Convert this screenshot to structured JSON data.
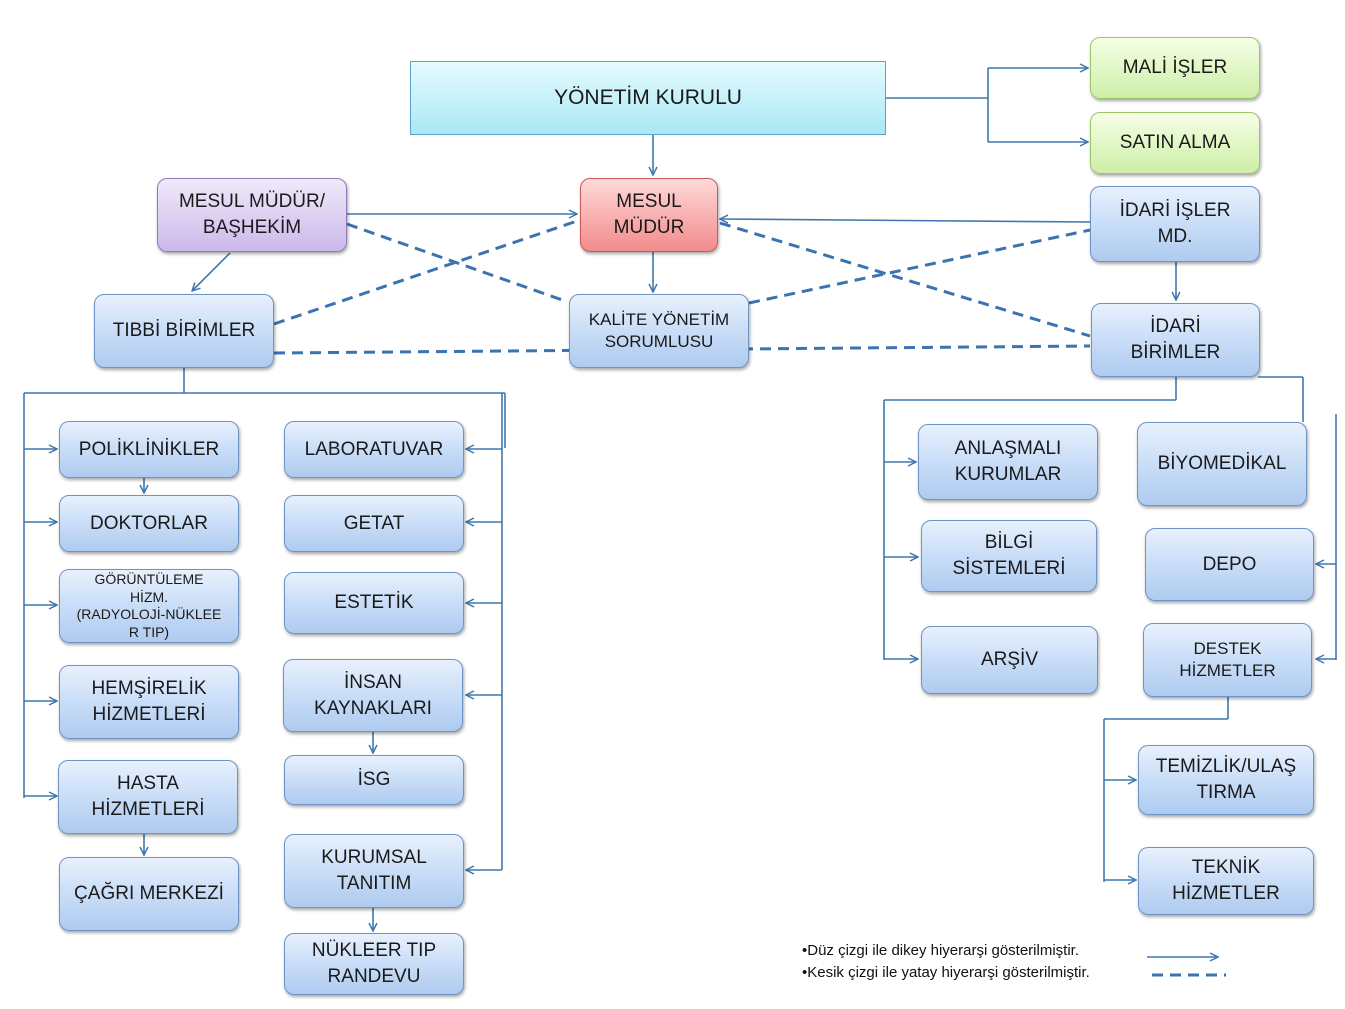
{
  "top": {
    "title": "YÖNETİM KURULU"
  },
  "right_top": {
    "mali": "MALİ İŞLER",
    "satin": "SATIN ALMA"
  },
  "mesul_mudur": {
    "line1": "MESUL",
    "line2": "MÜDÜR"
  },
  "mesul_bashekim": {
    "line1": "MESUL MÜDÜR/",
    "line2": "BAŞHEKİM"
  },
  "idari_isler_md": {
    "line1": "İDARİ İŞLER",
    "line2": "MD."
  },
  "tibbi": {
    "label": "TIBBİ BİRİMLER"
  },
  "kalite": {
    "line1": "KALİTE YÖNETİM",
    "line2": "SORUMLUSU"
  },
  "idari_birimler": {
    "line1": "İDARİ",
    "line2": "BİRİMLER"
  },
  "left_col": {
    "poliklinikler": "POLİKLİNİKLER",
    "doktorlar": "DOKTORLAR",
    "goruntuleme": [
      "GÖRÜNTÜLEME",
      "HİZM.",
      "(RADYOLOJİ-NÜKLEE",
      "R TIP)"
    ],
    "hemsirelik": [
      "HEMŞİRELİK",
      "HİZMETLERİ"
    ],
    "hasta": [
      "HASTA",
      "HİZMETLERİ"
    ],
    "cagri": "ÇAĞRI MERKEZİ"
  },
  "mid_col": {
    "laboratuvar": "LABORATUVAR",
    "getat": "GETAT",
    "estetik": "ESTETİK",
    "insan": [
      "İNSAN",
      "KAYNAKLARI"
    ],
    "isg": "İSG",
    "kurumsal": [
      "KURUMSAL",
      "TANITIM"
    ],
    "nukleer": [
      "NÜKLEER TIP",
      "RANDEVU"
    ]
  },
  "idari_col": {
    "anlasmali": [
      "ANLAŞMALI",
      "KURUMLAR"
    ],
    "bilgi": [
      "BİLGİ",
      "SİSTEMLERİ"
    ],
    "arsiv": "ARŞİV"
  },
  "far_right": {
    "biyomedikal": "BİYOMEDİKAL",
    "depo": "DEPO",
    "destek": [
      "DESTEK",
      "HİZMETLER"
    ],
    "temizlik": [
      "TEMİZLİK/ULAŞ",
      "TIRMA"
    ],
    "teknik": [
      "TEKNİK",
      "HİZMETLER"
    ]
  },
  "legend": {
    "solid": "•Düz çizgi ile dikey hiyerarşi gösterilmiştir.",
    "dashed": "•Kesik çizgi ile yatay hiyerarşi gösterilmiştir."
  },
  "colors": {
    "line": "#3f78ae",
    "dash": "#3b73b0"
  }
}
